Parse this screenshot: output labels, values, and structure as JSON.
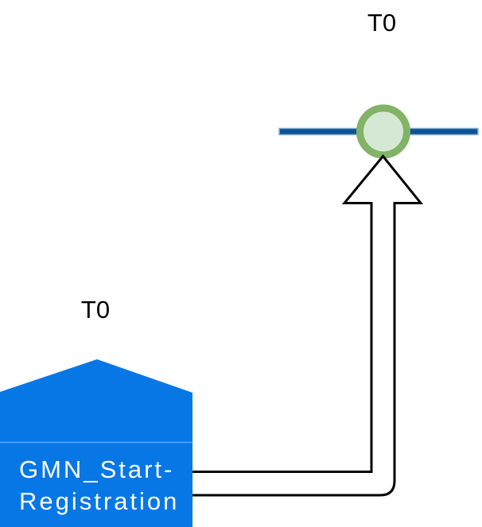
{
  "diagram": {
    "timeline_event": {
      "label": "T0",
      "line_color": "#0B5394",
      "line_border_color": "#8DB3DC",
      "circle_ring_color": "#82B366",
      "circle_fill_color": "#D5E8D4"
    },
    "start_node": {
      "label": "T0",
      "title_line1": "GMN_Start-",
      "title_line2": "Registration",
      "fill_color": "#0877E6",
      "divider_color": "#5FA4F2",
      "text_color": "#FFFFFF"
    },
    "connector": {
      "stroke_color": "#000000",
      "fill_color": "#FFFFFF"
    }
  }
}
